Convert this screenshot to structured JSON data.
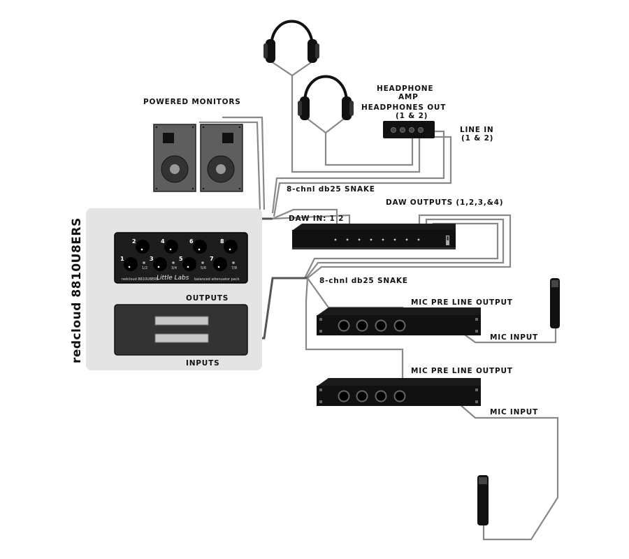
{
  "labels": {
    "headphone_amp_1": "HEADPHONE",
    "headphone_amp_2": "AMP",
    "headphones_out_1": "HEADPHONES OUT",
    "headphones_out_2": "(1 & 2)",
    "line_in_1": "LINE IN",
    "line_in_2": "(1 & 2)",
    "powered_monitors": "POWERED MONITORS",
    "snake_top": "8-chnl db25 SNAKE",
    "daw_outputs": "DAW OUTPUTS (1,2,3,&4)",
    "daw_in": "DAW IN: 1  2",
    "snake_bottom": "8-chnl db25 SNAKE",
    "mic_pre_line_output_1": "MIC PRE LINE OUTPUT",
    "mic_input_1": "MIC INPUT",
    "mic_pre_line_output_2": "MIC PRE LINE OUTPUT",
    "mic_input_2": "MIC INPUT",
    "outputs": "OUTPUTS",
    "inputs": "INPUTS",
    "device_name_vertical": "redcloud 8810U8ERS"
  },
  "attenuator": {
    "knob_numbers_top": [
      "2",
      "4",
      "6",
      "8"
    ],
    "knob_numbers_bottom": [
      "1",
      "3",
      "5",
      "7"
    ],
    "switch_labels": [
      "1/2",
      "3/4",
      "5/6",
      "7/8"
    ],
    "brand": "Little Labs",
    "model_small": "redcloud 8810U8ERS",
    "desc_small": "balanced attenuator pack"
  }
}
